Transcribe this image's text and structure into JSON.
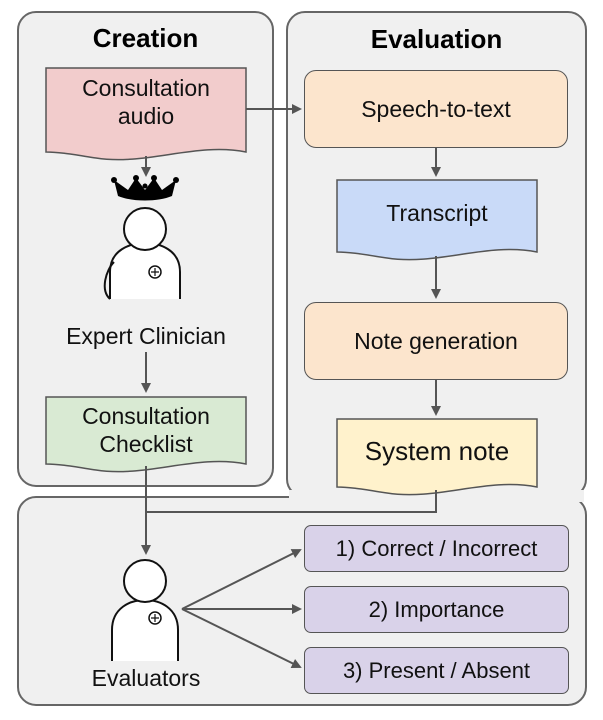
{
  "panels": {
    "creation": {
      "title": "Creation"
    },
    "evaluation": {
      "title": "Evaluation"
    }
  },
  "creation": {
    "audio_doc": {
      "label": "Consultation\naudio",
      "color": "#f2cccc"
    },
    "clinician": {
      "label": "Expert Clinician"
    },
    "checklist_doc": {
      "label": "Consultation\nChecklist",
      "color": "#d9ead3"
    }
  },
  "evaluation": {
    "speech_to_text": {
      "label": "Speech-to-text",
      "color": "#fce5cd"
    },
    "transcript_doc": {
      "label": "Transcript",
      "color": "#c9daf8"
    },
    "note_generation": {
      "label": "Note generation",
      "color": "#fce5cd"
    },
    "system_note_doc": {
      "label": "System note",
      "color": "#fff2cc"
    }
  },
  "evaluators": {
    "label": "Evaluators",
    "outcomes": [
      {
        "label": "1) Correct / Incorrect"
      },
      {
        "label": "2) Importance"
      },
      {
        "label": "3) Present / Absent"
      }
    ],
    "outcome_color": "#d9d2e9"
  }
}
